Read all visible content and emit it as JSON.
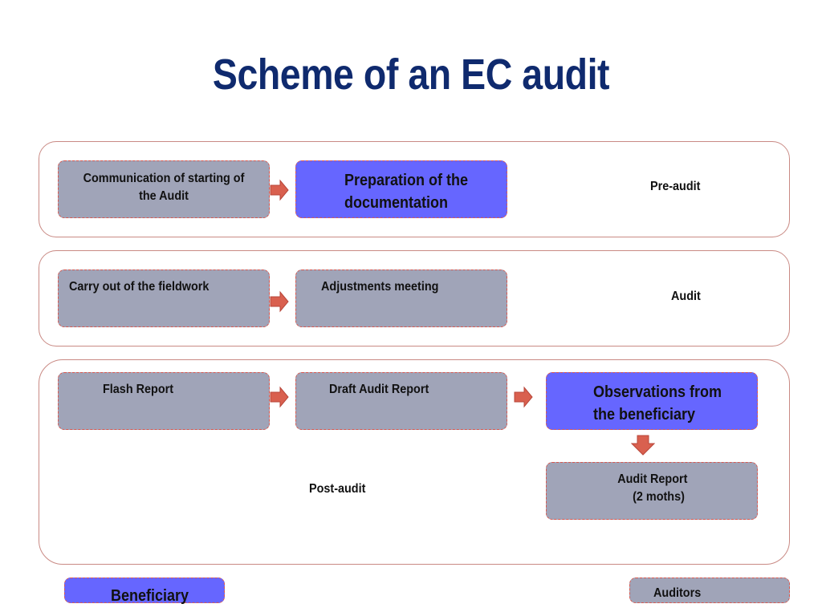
{
  "title": "Scheme of an EC audit",
  "phases": {
    "pre_audit": {
      "label": "Pre-audit",
      "step1": "Communication of starting of the Audit",
      "step2": "Preparation of the documentation"
    },
    "audit": {
      "label": "Audit",
      "step1": "Carry out of the fieldwork",
      "step2": "Adjustments meeting"
    },
    "post_audit": {
      "label": "Post-audit",
      "step1": "Flash Report",
      "step2": "Draft Audit Report",
      "step3": "Observations from the beneficiary",
      "step4_line1": "Audit Report",
      "step4_line2": "(2 moths)"
    }
  },
  "legend": {
    "beneficiary": "Beneficiary",
    "auditors": "Auditors"
  },
  "colors": {
    "title": "#0f2a6e",
    "beneficiary_box": "#6666ff",
    "auditor_box": "#a0a4b8",
    "arrow": "#d9604f",
    "dashed_border": "#d8584f"
  }
}
